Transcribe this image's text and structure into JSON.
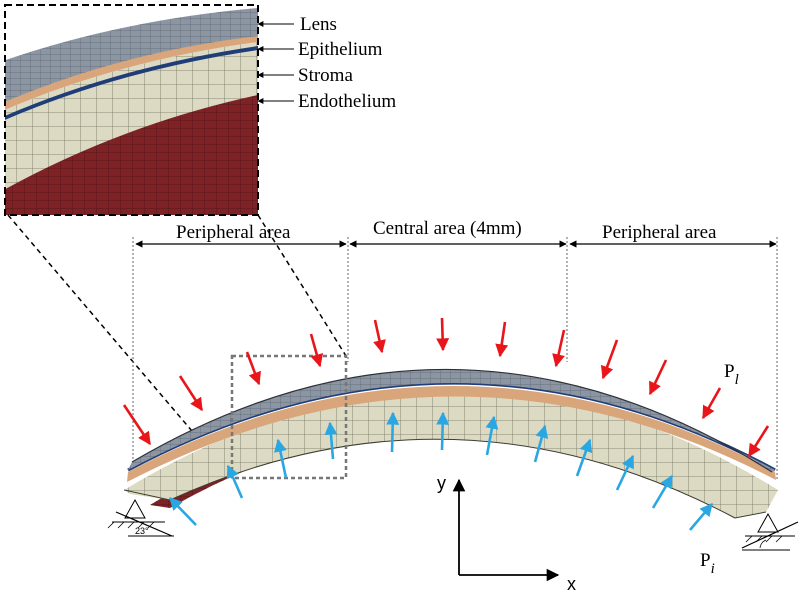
{
  "labels": {
    "lens": "Lens",
    "epithelium": "Epithelium",
    "stroma": "Stroma",
    "endothelium": "Endothelium",
    "peripheral_left": "Peripheral area",
    "central": "Central area (4mm)",
    "peripheral_right": "Peripheral area",
    "pressure_lens_base": "P",
    "pressure_lens_sub": "l",
    "pressure_inner_base": "P",
    "pressure_inner_sub": "i",
    "axis_y": "y",
    "axis_x": "x",
    "angle": "23°"
  },
  "colors": {
    "lens_arrow": "#e8161b",
    "inner_arrow": "#2aa7e3",
    "lens": "#8c96a3",
    "epithelium": "#1f3d78",
    "stroma": "#dcdac2",
    "endothelium": "#7e2226",
    "tan_layer": "#d9a57a"
  }
}
